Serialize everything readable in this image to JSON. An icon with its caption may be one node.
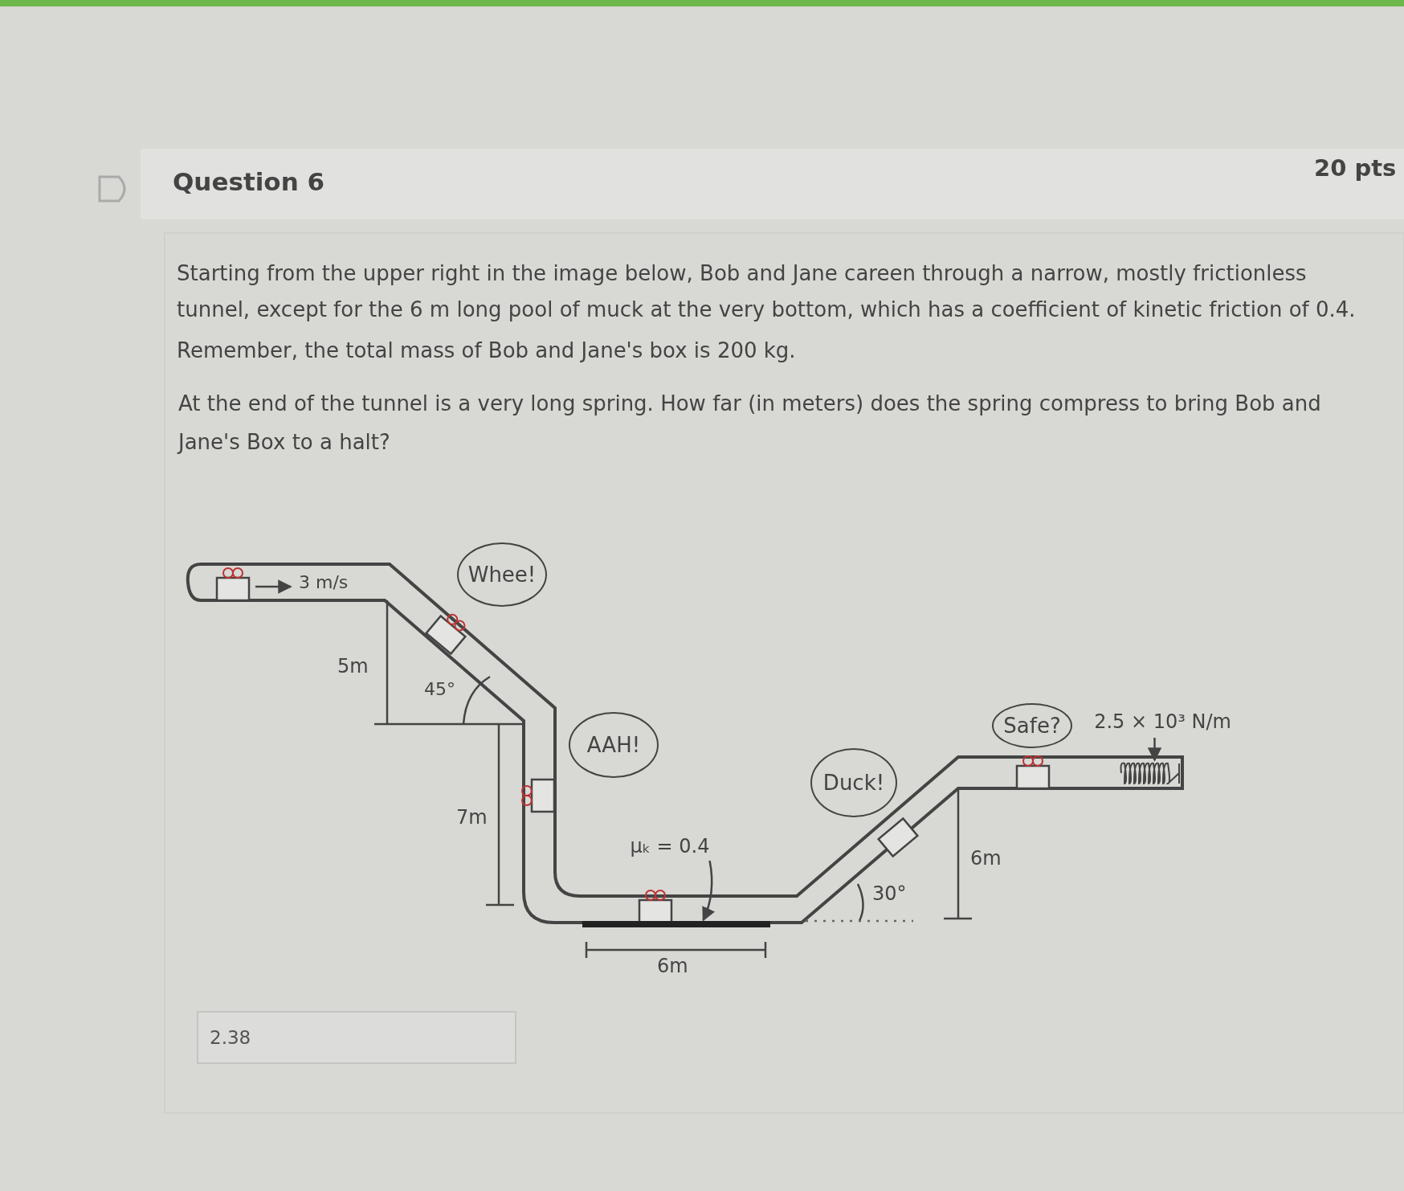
{
  "diagram": {
    "title": "Question 6",
    "nodes": [
      {
        "text": [
          "Whee!"
        ]
      },
      {
        "text": [
          "AAH!"
        ]
      },
      {
        "text": [
          "Duck!"
        ]
      },
      {
        "text": [
          "Safe?"
        ]
      },
      {
        "text": [
          "μₖ = 0.4"
        ]
      },
      {
        "text": [],
        "shape": "bar"
      },
      {
        "text": [
          "2.5 × 10³ N/m"
        ]
      },
      {
        "text": [],
        "shape": "picture"
      }
    ],
    "edges": [
      {
        "from": 4,
        "to": 5,
        "arrow": "to"
      },
      {
        "from": 6,
        "to": 7,
        "arrow": "to"
      }
    ],
    "labels": [
      "20 pts",
      "Starting from the upper right in the image below, Bob and Jane careen through a narrow, mostly frictionless tunnel, except for the 6 m long pool of muck at the very bottom, which has a coefficient of kinetic friction of 0.4.",
      "Remember, the total mass of Bob and Jane's box is 200 kg.",
      "At the end of the tunnel is a very long spring. How far (in meters) does the spring compress to bring Bob and Jane's Box to a halt?",
      "3 m/s",
      "5m",
      "45°",
      "7m",
      "6m",
      "30°",
      "6m",
      "2.38"
    ]
  }
}
